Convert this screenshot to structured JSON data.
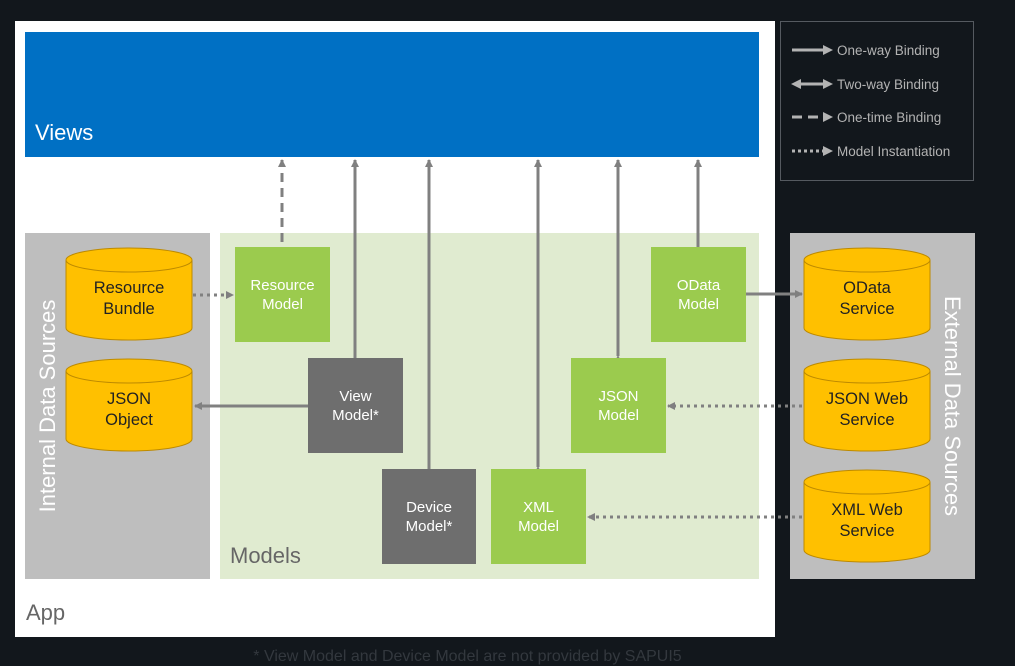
{
  "views": {
    "label": "Views"
  },
  "app": {
    "label": "App"
  },
  "models_area": {
    "label": "Models"
  },
  "internal_sources": {
    "label": "Internal Data Sources",
    "items": [
      {
        "label": "Resource\nBundle"
      },
      {
        "label": "JSON\nObject"
      }
    ]
  },
  "external_sources": {
    "label": "External Data Sources",
    "items": [
      {
        "label": "OData\nService"
      },
      {
        "label": "JSON Web\nService"
      },
      {
        "label": "XML Web\nService"
      }
    ]
  },
  "models": [
    {
      "id": "resource",
      "label": "Resource\nModel",
      "color": "#9bcb4e"
    },
    {
      "id": "view",
      "label": "View\nModel*",
      "color": "#6e6e6e"
    },
    {
      "id": "device",
      "label": "Device\nModel*",
      "color": "#6e6e6e"
    },
    {
      "id": "xml",
      "label": "XML\nModel",
      "color": "#9bcb4e"
    },
    {
      "id": "json",
      "label": "JSON\nModel",
      "color": "#9bcb4e"
    },
    {
      "id": "odata",
      "label": "OData\nModel",
      "color": "#9bcb4e"
    }
  ],
  "legend": [
    {
      "type": "one-way",
      "label": "One-way Binding"
    },
    {
      "type": "two-way",
      "label": "Two-way Binding"
    },
    {
      "type": "one-time",
      "label": "One-time Binding"
    },
    {
      "type": "instantiation",
      "label": "Model Instantiation"
    }
  ],
  "footnote": "* View Model and Device Model are not provided by SAPUI5",
  "colors": {
    "views_blue": "#0070c4",
    "model_green": "#9bcb4e",
    "model_grey": "#6e6e6e",
    "source_yellow": "#ffc000",
    "connector_grey": "#808080"
  }
}
